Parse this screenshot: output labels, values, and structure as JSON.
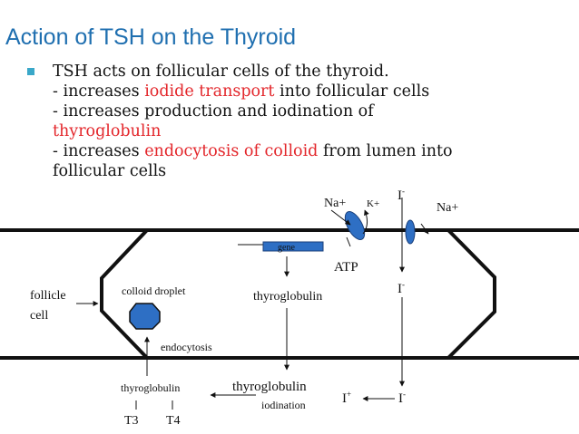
{
  "title": "Action of TSH on the Thyroid",
  "bullet": {
    "line1": "TSH acts on follicular cells of the thyroid.",
    "line2_prefix": "- increases ",
    "line2_red": "iodide transport",
    "line2_suffix": " into follicular cells",
    "line3": "- increases production and iodination of",
    "line4_red": "thyroglobulin",
    "line5_prefix": "- increases ",
    "line5_red": "endocytosis of colloid",
    "line5_suffix": " from lumen into",
    "line6": "follicular cells"
  },
  "diagram": {
    "na_left": "Na+",
    "k_plus": "K+",
    "i_top": "I",
    "na_right": "Na+",
    "gene": "gene",
    "atp": "ATP",
    "i_mid": "I",
    "follicle": "follicle",
    "cell": "cell",
    "colloid_droplet": "colloid droplet",
    "thyroglobulin_mid": "thyroglobulin",
    "endocytosis": "endocytosis",
    "thyroglobulin_left": "thyroglobulin",
    "thyroglobulin_right": "thyroglobulin",
    "iodination": "iodination",
    "i_plus": "I",
    "i_bottom": "I",
    "t3": "T3",
    "t4": "T4",
    "minus": "-",
    "plus": "+"
  },
  "colors": {
    "title": "#1f6fb0",
    "accent_red": "#e3262b",
    "pump_blue": "#2e6fc4",
    "bullet": "#3aa8c9"
  }
}
